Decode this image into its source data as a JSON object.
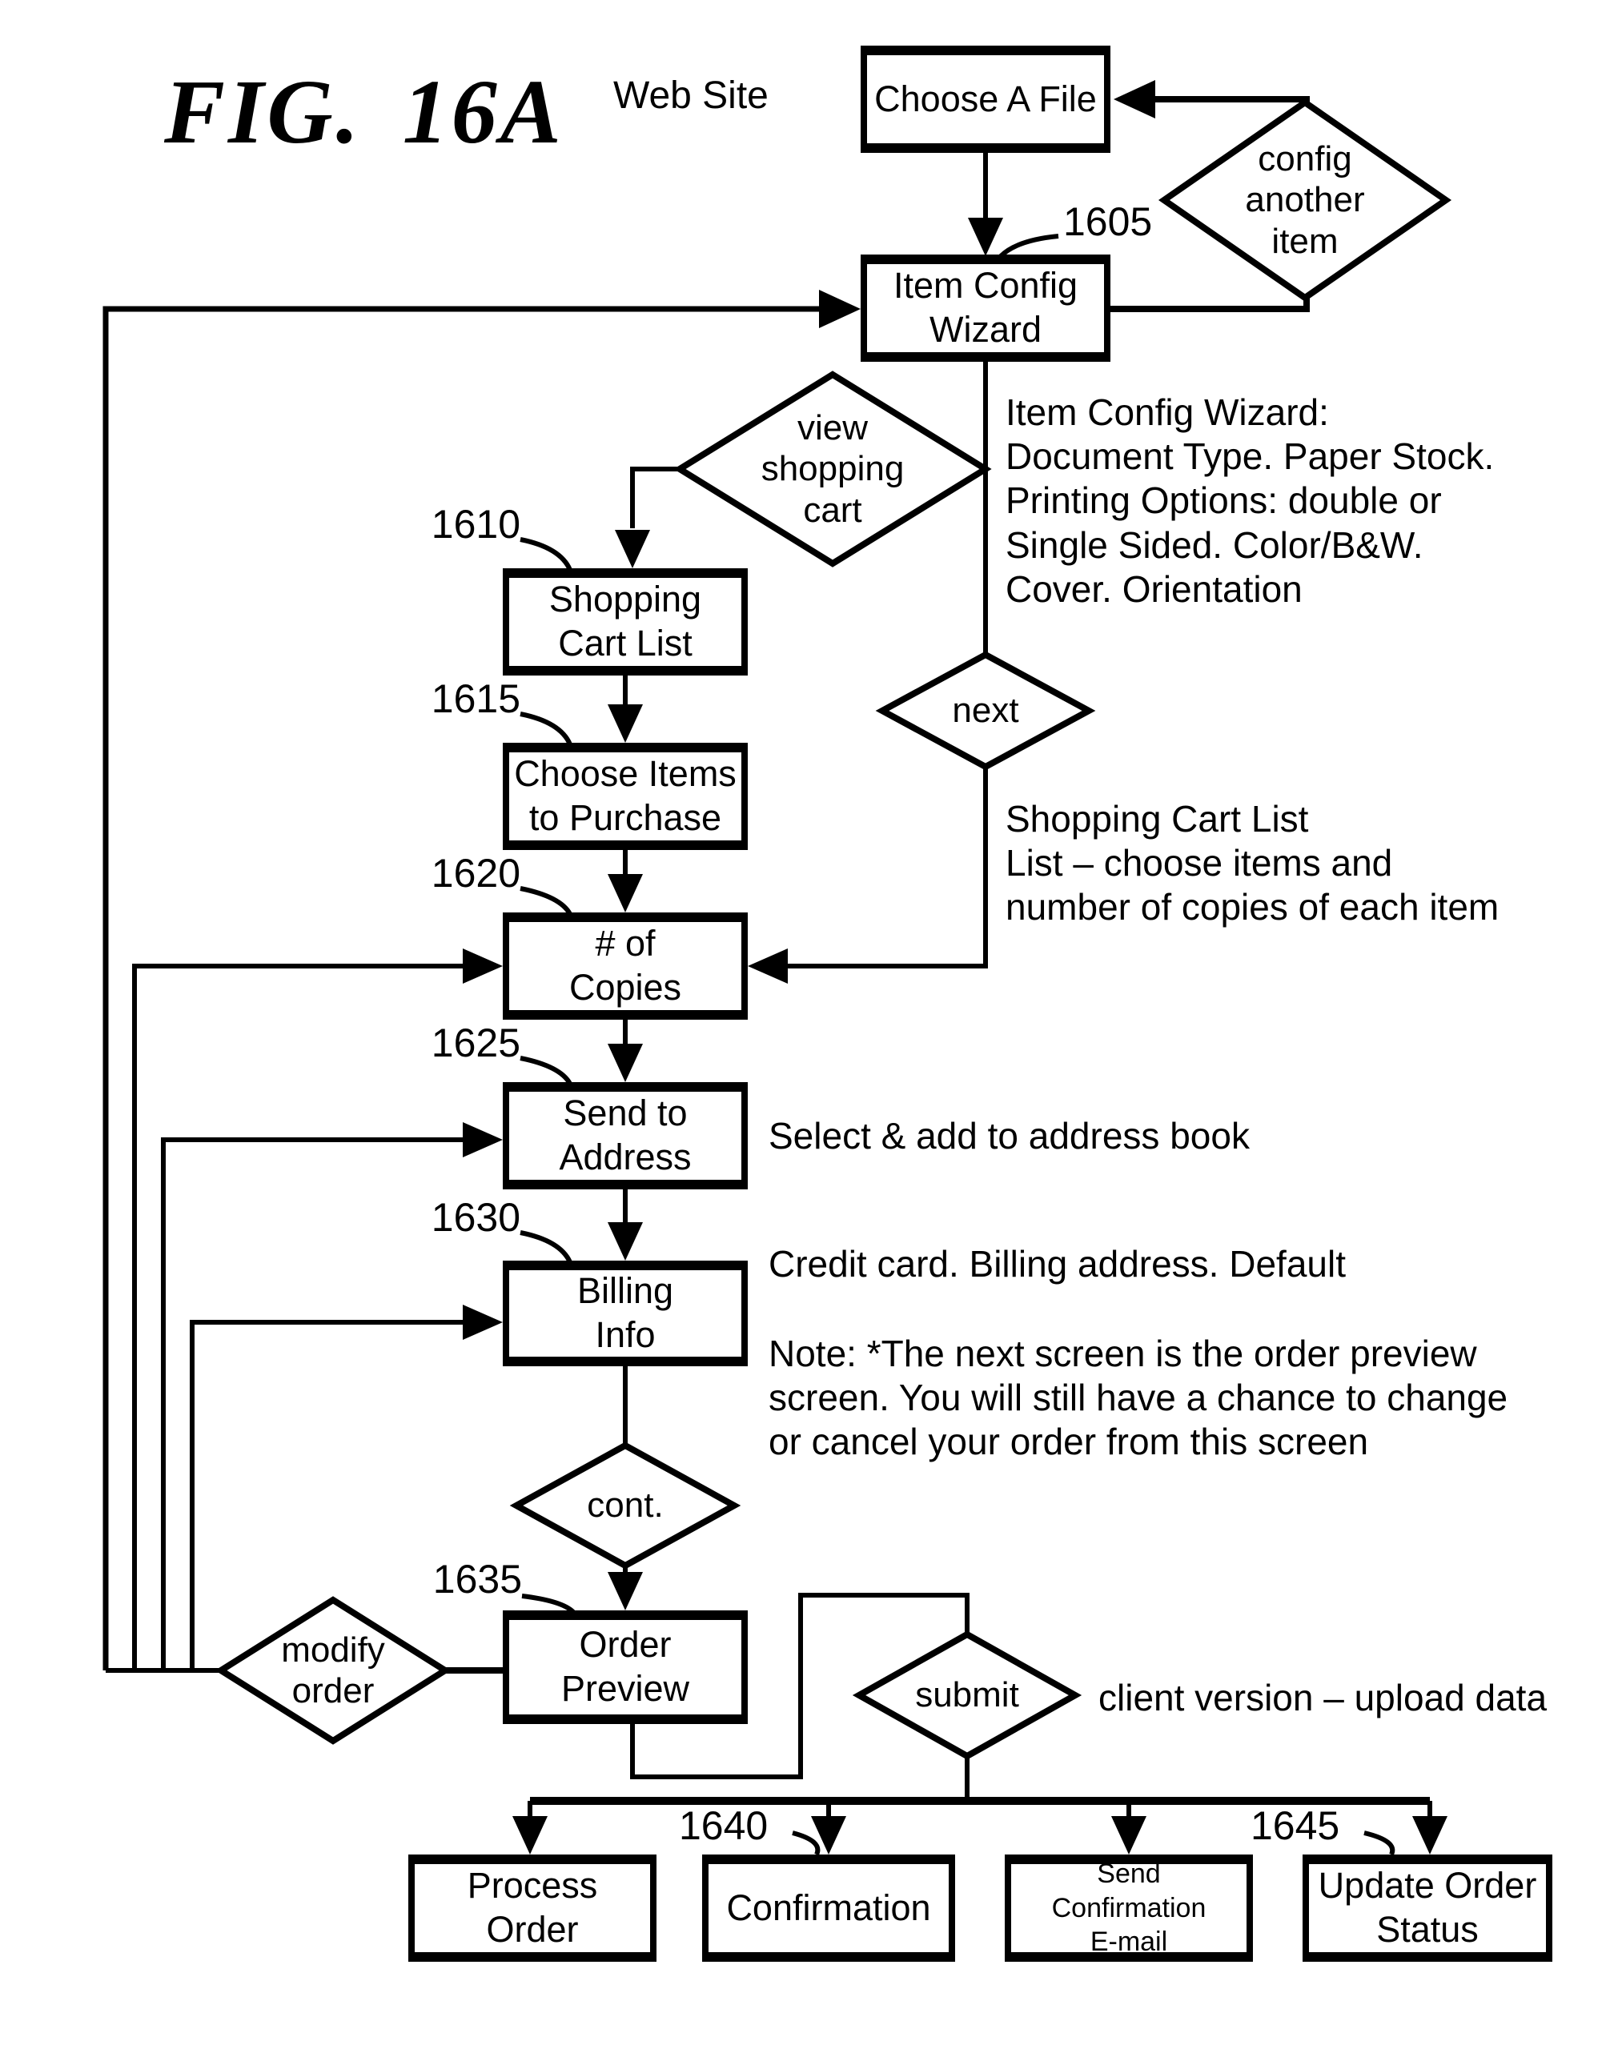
{
  "figure": {
    "label": "FIG. 16A",
    "site_label": "Web Site"
  },
  "boxes": {
    "choose_a_file": {
      "label": "Choose A File"
    },
    "item_config_wizard": {
      "label": "Item Config\nWizard",
      "ref": "1605"
    },
    "shopping_cart_list": {
      "label": "Shopping\nCart List",
      "ref": "1610"
    },
    "choose_items": {
      "label": "Choose Items\nto Purchase",
      "ref": "1615"
    },
    "num_copies": {
      "label": "# of\nCopies",
      "ref": "1620"
    },
    "send_to_address": {
      "label": "Send to\nAddress",
      "ref": "1625"
    },
    "billing_info": {
      "label": "Billing\nInfo",
      "ref": "1630"
    },
    "order_preview": {
      "label": "Order\nPreview",
      "ref": "1635"
    },
    "process_order": {
      "label": "Process\nOrder"
    },
    "confirmation": {
      "label": "Confirmation",
      "ref": "1640"
    },
    "send_confirmation_email": {
      "label": "Send\nConfirmation\nE-mail"
    },
    "update_order_status": {
      "label": "Update Order\nStatus",
      "ref": "1645"
    }
  },
  "decisions": {
    "config_another_item": {
      "label": "config\nanother\nitem"
    },
    "view_shopping_cart": {
      "label": "view\nshopping\ncart"
    },
    "next": {
      "label": "next"
    },
    "cont": {
      "label": "cont."
    },
    "modify_order": {
      "label": "modify\norder"
    },
    "submit": {
      "label": "submit"
    }
  },
  "annotations": {
    "item_config_wizard_note": "Item Config Wizard:\nDocument Type. Paper Stock.\nPrinting Options: double or\nSingle Sided. Color/B&W.\nCover. Orientation",
    "shopping_cart_note": "Shopping Cart List\nList – choose items and\nnumber of copies of each item",
    "address_note": "Select & add to address book",
    "billing_note": "Credit card. Billing address. Default",
    "preview_note": "Note: *The next screen is the order preview\nscreen. You will still have a chance to change\nor cancel your order from this screen",
    "client_note": "client version – upload data"
  },
  "colors": {
    "ink": "#000000",
    "paper": "#ffffff"
  }
}
